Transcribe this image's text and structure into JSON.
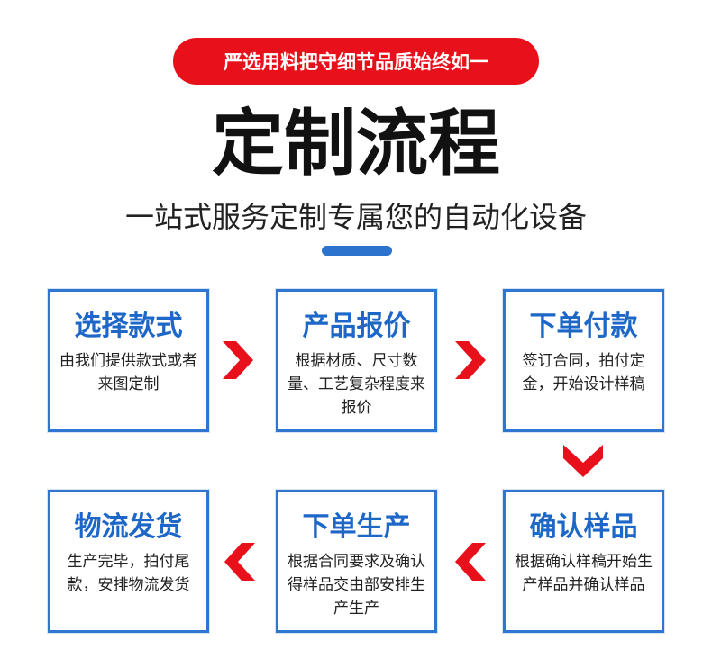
{
  "header": {
    "badge": "严选用料把守细节品质始终如一",
    "title": "定制流程",
    "subtitle": "一站式服务定制专属您的自动化设备"
  },
  "steps": [
    {
      "title": "选择款式",
      "desc": "由我们提供款式或者来图定制"
    },
    {
      "title": "产品报价",
      "desc": "根据材质、尺寸数量、工艺复杂程度来报价"
    },
    {
      "title": "下单付款",
      "desc": "签订合同，拍付定金，开始设计样稿"
    },
    {
      "title": "确认样品",
      "desc": "根据确认样稿开始生产样品并确认样品"
    },
    {
      "title": "下单生产",
      "desc": "根据合同要求及确认得样品交由部安排生产生产"
    },
    {
      "title": "物流发货",
      "desc": "生产完毕，拍付尾款，安排物流发货"
    }
  ],
  "colors": {
    "accent_red": "#e8111b",
    "accent_blue": "#2e76d0"
  },
  "icons": [
    "arrow-right-icon",
    "arrow-down-icon",
    "arrow-left-icon"
  ]
}
